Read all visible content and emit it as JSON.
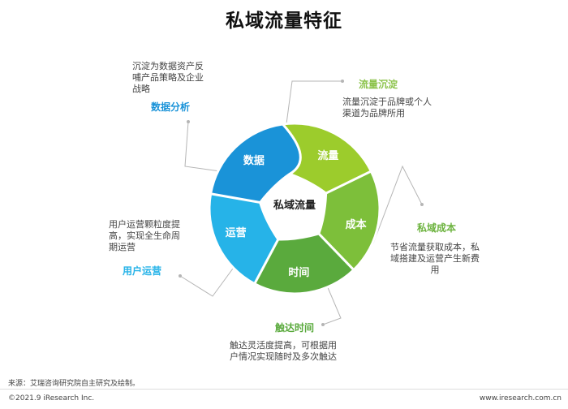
{
  "title": "私域流量特征",
  "center": "私域流量",
  "segments": [
    {
      "key": "liuliang",
      "label": "流量",
      "color": "#9ccc2c"
    },
    {
      "key": "chengben",
      "label": "成本",
      "color": "#7dbf3a"
    },
    {
      "key": "shijian",
      "label": "时间",
      "color": "#5aaa3d"
    },
    {
      "key": "yunying",
      "label": "运营",
      "color": "#26b3e8"
    },
    {
      "key": "shuju",
      "label": "数据",
      "color": "#1a93d8"
    }
  ],
  "callouts": {
    "liuliang": {
      "head": "流量沉淀",
      "color": "#8bc34a",
      "desc": [
        "流量沉淀于品牌或个人",
        "渠道为品牌所用"
      ]
    },
    "chengben": {
      "head": "私域成本",
      "color": "#6db33f",
      "desc": [
        "节省流量获取成本，私",
        "域搭建及运营产生新费",
        "用"
      ]
    },
    "shijian": {
      "head": "触达时间",
      "color": "#5aaa3d",
      "desc": [
        "触达灵活度提高，可根据用",
        "户情况实现随时及多次触达"
      ]
    },
    "yunying": {
      "head": "用户运营",
      "color": "#26b3e8",
      "desc": [
        "用户运营颗粒度提",
        "高，实现全生命周",
        "期运营"
      ]
    },
    "shuju": {
      "head": "数据分析",
      "color": "#1a93d8",
      "desc": [
        "沉淀为数据资产反",
        "哺产品策略及企业",
        "战略"
      ]
    }
  },
  "footer": {
    "source": "来源：艾瑞咨询研究院自主研究及绘制。",
    "copyright": "©2021.9 iResearch Inc.",
    "website": "www.iresearch.com.cn"
  }
}
